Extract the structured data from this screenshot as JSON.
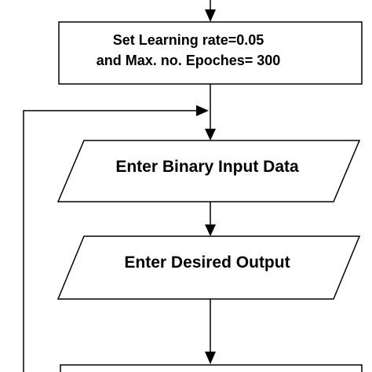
{
  "process_box": {
    "line1": "Set Learning rate=0.05",
    "line2": "and  Max. no. Epoches= 300"
  },
  "input_binary": {
    "label": "Enter Binary Input Data"
  },
  "input_desired": {
    "label": "Enter Desired Output"
  },
  "colors": {
    "stroke": "#000000",
    "background": "#ffffff"
  }
}
